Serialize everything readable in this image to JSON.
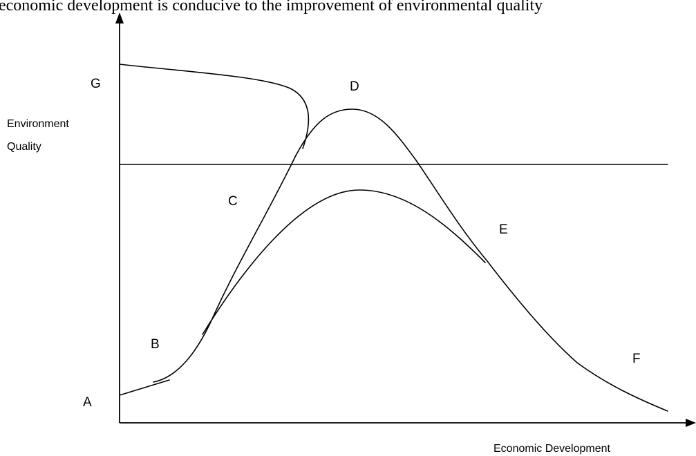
{
  "caption": "economic development is conducive to the improvement of environmental quality",
  "axes": {
    "y_label_line1": "Environment",
    "y_label_line2": "Quality",
    "x_label": "Economic Development"
  },
  "points": {
    "A": "A",
    "B": "B",
    "C": "C",
    "D": "D",
    "E": "E",
    "F": "F",
    "G": "G"
  }
}
